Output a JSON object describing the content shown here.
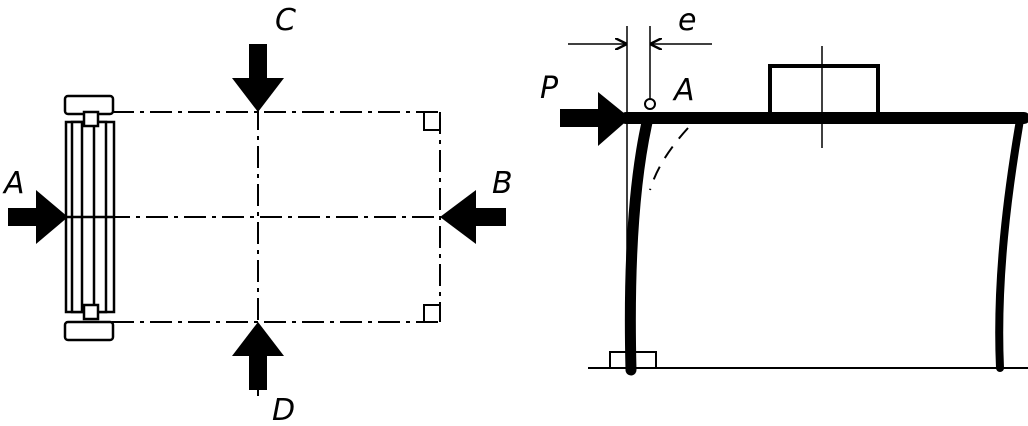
{
  "labels": {
    "left_view": {
      "a": "A",
      "b": "B",
      "c": "C",
      "d": "D"
    },
    "right_view": {
      "p": "P",
      "a": "A",
      "e": "e"
    }
  },
  "colors": {
    "ink": "#000000",
    "paper": "#ffffff"
  }
}
